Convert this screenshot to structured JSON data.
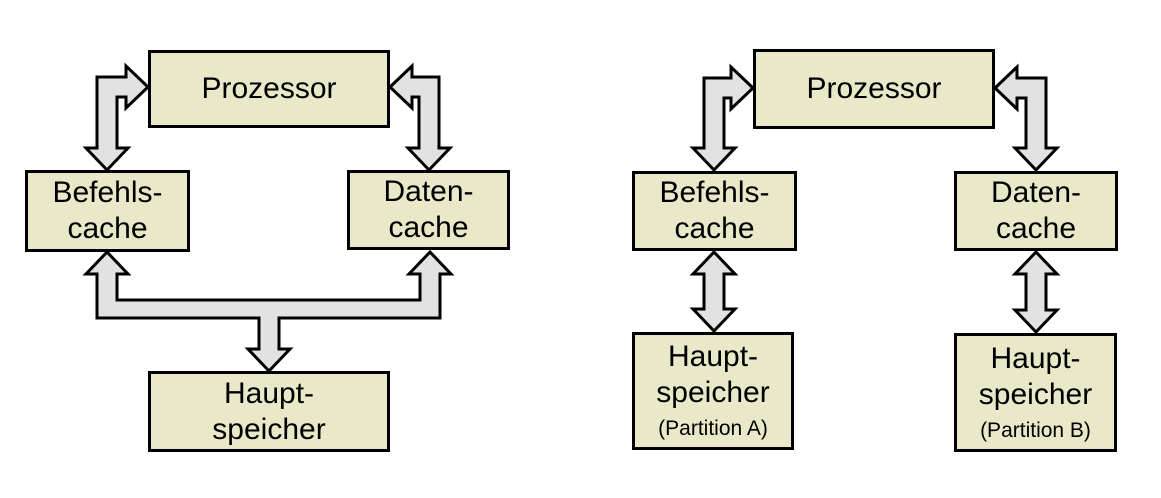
{
  "colors": {
    "background": "#ffffff",
    "box_fill": "#e9e9ca",
    "box_border": "#000000",
    "arrow_fill": "#e2e2e2",
    "arrow_outline": "#000000",
    "text": "#000000"
  },
  "left_diagram": {
    "processor_label": "Prozessor",
    "instruction_cache": {
      "line1": "Befehls-",
      "line2": "cache"
    },
    "data_cache": {
      "line1": "Daten-",
      "line2": "cache"
    },
    "main_memory": {
      "line1": "Haupt-",
      "line2": "speicher"
    }
  },
  "right_diagram": {
    "processor_label": "Prozessor",
    "instruction_cache": {
      "line1": "Befehls-",
      "line2": "cache"
    },
    "data_cache": {
      "line1": "Daten-",
      "line2": "cache"
    },
    "main_memory_partition_a": {
      "line1": "Haupt-",
      "line2": "speicher",
      "line3": "(Partition A)"
    },
    "main_memory_partition_b": {
      "line1": "Haupt-",
      "line2": "speicher",
      "line3": "(Partition B)"
    }
  }
}
